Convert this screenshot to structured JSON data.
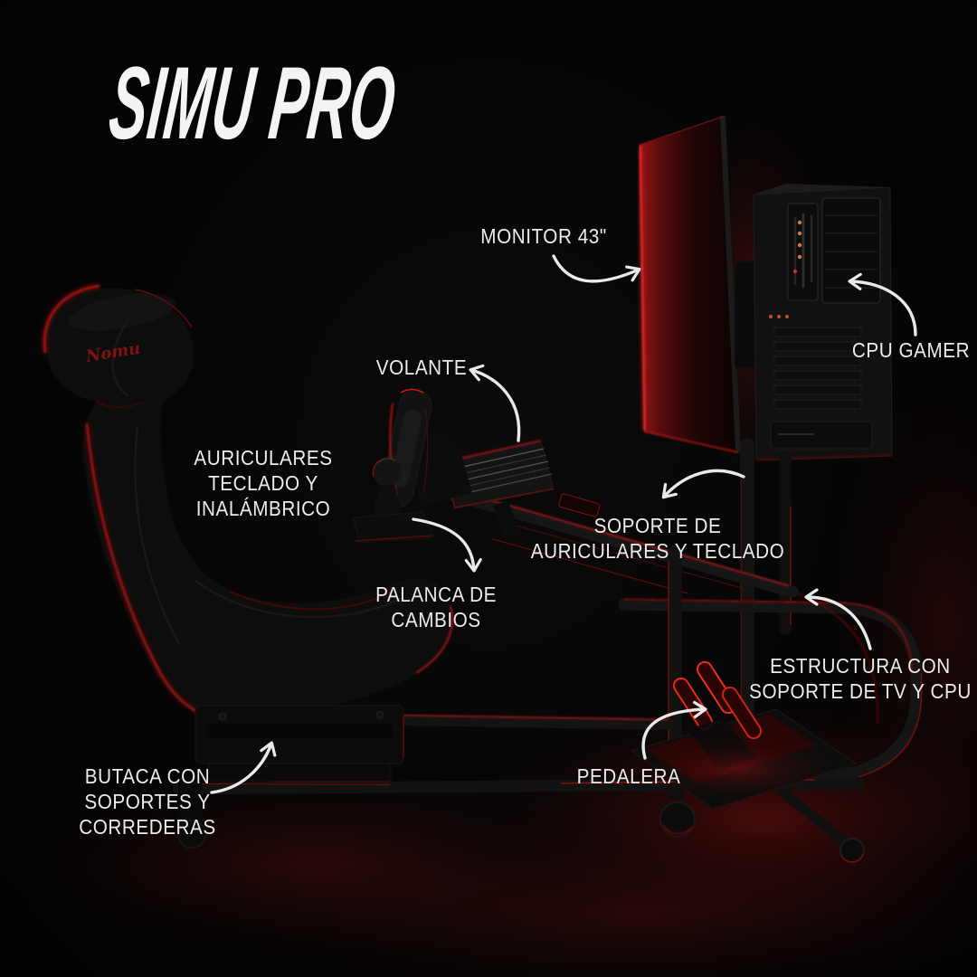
{
  "title": "SIMU PRO",
  "brand_logo": "Nomu",
  "colors": {
    "background": "#050505",
    "accent_red": "#c81414",
    "label_text": "#ececec",
    "arrow": "#e9e9e9"
  },
  "callouts": {
    "monitor": {
      "lines": [
        "MONITOR 43\""
      ]
    },
    "cpu": {
      "lines": [
        "CPU GAMER"
      ]
    },
    "volante": {
      "lines": [
        "VOLANTE"
      ]
    },
    "auriculares": {
      "lines": [
        "AURICULARES",
        "TECLADO Y",
        "INALÁMBRICO"
      ]
    },
    "soporte": {
      "lines": [
        "SOPORTE DE",
        "AURICULARES Y TECLADO"
      ]
    },
    "palanca": {
      "lines": [
        "PALANCA DE",
        "CAMBIOS"
      ]
    },
    "estructura": {
      "lines": [
        "ESTRUCTURA CON",
        "SOPORTE DE TV Y CPU"
      ]
    },
    "butaca": {
      "lines": [
        "BUTACA CON",
        "SOPORTES Y",
        "CORREDERAS"
      ]
    },
    "pedalera": {
      "lines": [
        "PEDALERA"
      ]
    }
  }
}
